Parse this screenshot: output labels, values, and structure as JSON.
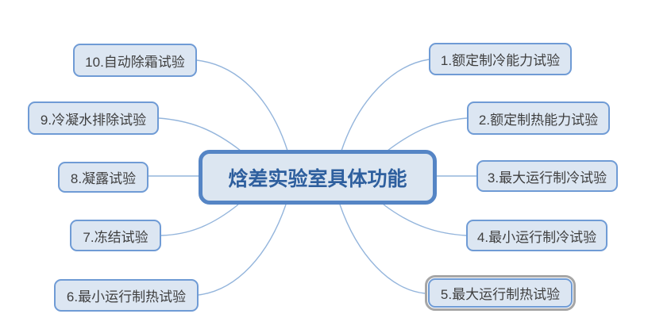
{
  "diagram": {
    "central": {
      "label": "焓差实验室具体功能"
    },
    "nodes": [
      {
        "id": 1,
        "label": "1.额定制冷能力试验",
        "side": "right",
        "selected": false
      },
      {
        "id": 2,
        "label": "2.额定制热能力试验",
        "side": "right",
        "selected": false
      },
      {
        "id": 3,
        "label": "3.最大运行制冷试验",
        "side": "right",
        "selected": false
      },
      {
        "id": 4,
        "label": "4.最小运行制冷试验",
        "side": "right",
        "selected": false
      },
      {
        "id": 5,
        "label": "5.最大运行制热试验",
        "side": "right",
        "selected": true
      },
      {
        "id": 6,
        "label": "6.最小运行制热试验",
        "side": "left",
        "selected": false
      },
      {
        "id": 7,
        "label": "7.冻结试验",
        "side": "left",
        "selected": false
      },
      {
        "id": 8,
        "label": "8.凝露试验",
        "side": "left",
        "selected": false
      },
      {
        "id": 9,
        "label": "9.冷凝水排除试验",
        "side": "left",
        "selected": false
      },
      {
        "id": 10,
        "label": "10.自动除霜试验",
        "side": "left",
        "selected": false
      }
    ]
  },
  "colors": {
    "background": "#ffffff",
    "node_fill": "#dce6f2",
    "node_border": "#6f9bd5",
    "node_text": "#3f3f3f",
    "central_fill": "#dce6f1",
    "central_border": "#5585c5",
    "central_text": "#2e5f9e",
    "connector": "#94b5dc",
    "selection_outline": "#a6a6a6"
  }
}
